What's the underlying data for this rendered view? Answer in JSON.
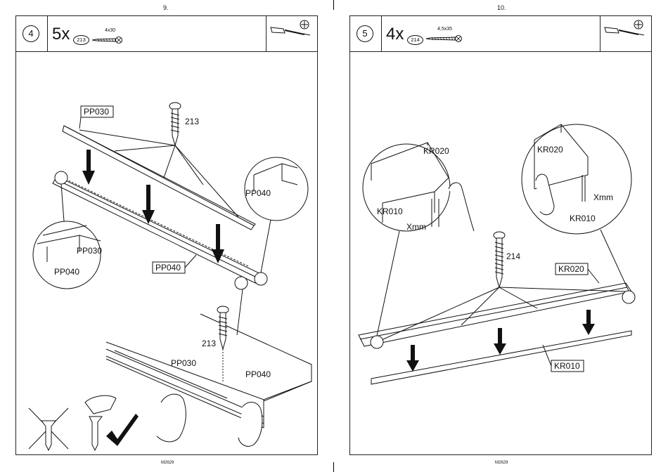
{
  "pages": [
    {
      "page_number": "9.",
      "step": "4",
      "quantity": "5x",
      "part": "213",
      "screw_size": "4x30",
      "labels": {
        "pp030_box": "PP030",
        "screw_top": "213",
        "pp040_circle": "PP040",
        "pp030_detail": "PP030",
        "pp040_detail": "PP040",
        "pp040_box": "PP040",
        "screw_bottom": "213",
        "pp030_bottom": "PP030",
        "pp040_bottom": "PP040"
      },
      "footer": "M2629"
    },
    {
      "page_number": "10.",
      "step": "5",
      "quantity": "4x",
      "part": "214",
      "screw_size": "4,5x35",
      "labels": {
        "kr020_left": "KR020",
        "kr010_left": "KR010",
        "xmm_left": "Xmm",
        "kr020_right": "KR020",
        "xmm_right": "Xmm",
        "kr010_right": "KR010",
        "screw": "214",
        "kr020_box": "KR020",
        "kr010_box": "KR010"
      },
      "footer": "M2629"
    }
  ]
}
